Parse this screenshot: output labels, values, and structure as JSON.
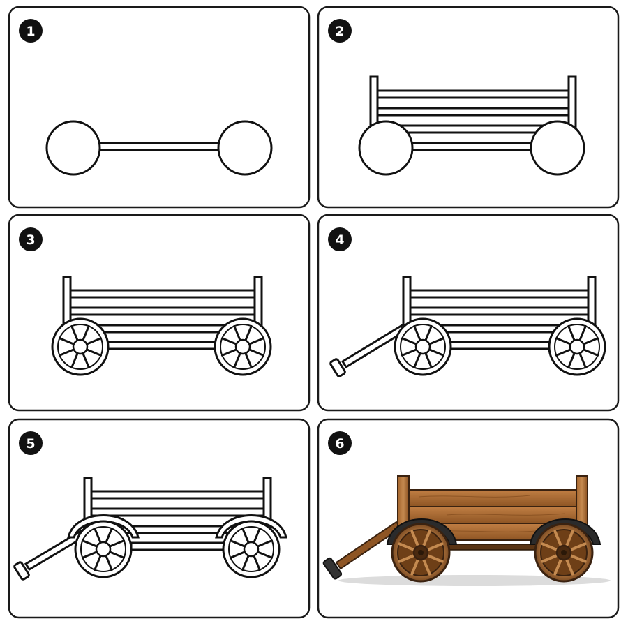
{
  "steps": [
    {
      "number": "1",
      "stage": "wheels-and-axle"
    },
    {
      "number": "2",
      "stage": "frame-rails"
    },
    {
      "number": "3",
      "stage": "spoked-wheels"
    },
    {
      "number": "4",
      "stage": "handle"
    },
    {
      "number": "5",
      "stage": "fenders"
    },
    {
      "number": "6",
      "stage": "colored-wagon"
    }
  ],
  "colors": {
    "ink": "#111111",
    "panel_border": "#1a1a1a",
    "wood_light": "#b8773d",
    "wood_mid": "#9a5c28",
    "wood_dark": "#6e3f17",
    "wheel_rim": "#7a4a22",
    "fender": "#2b2b2b",
    "shadow": "#d9d9d9"
  }
}
